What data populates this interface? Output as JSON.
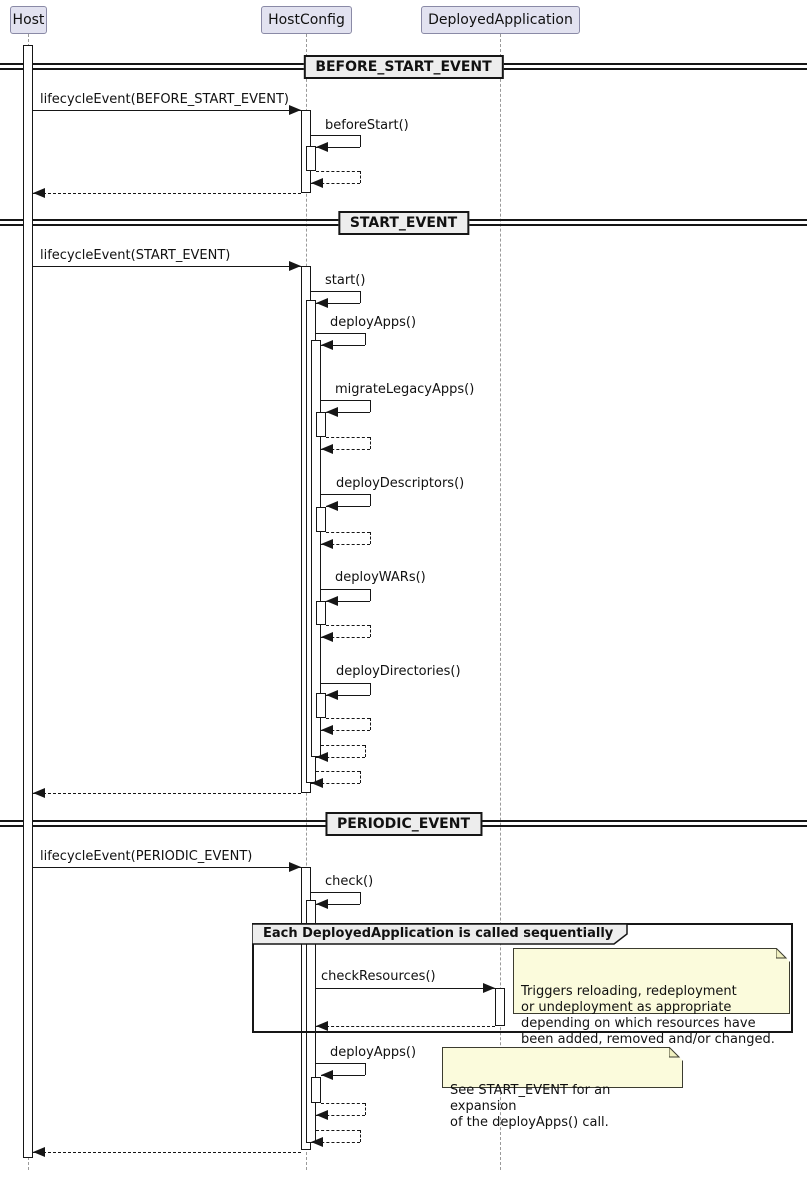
{
  "diagram": {
    "participants": [
      {
        "name": "Host"
      },
      {
        "name": "HostConfig"
      },
      {
        "name": "DeployedApplication"
      }
    ],
    "dividers": [
      {
        "label": "BEFORE_START_EVENT"
      },
      {
        "label": "START_EVENT"
      },
      {
        "label": "PERIODIC_EVENT"
      }
    ],
    "messages": {
      "lifecycle_before_start": "lifecycleEvent(BEFORE_START_EVENT)",
      "before_start": "beforeStart()",
      "lifecycle_start": "lifecycleEvent(START_EVENT)",
      "start": "start()",
      "deploy_apps": "deployApps()",
      "migrate_legacy_apps": "migrateLegacyApps()",
      "deploy_descriptors": "deployDescriptors()",
      "deploy_wars": "deployWARs()",
      "deploy_directories": "deployDirectories()",
      "lifecycle_periodic": "lifecycleEvent(PERIODIC_EVENT)",
      "check": "check()",
      "check_resources": "checkResources()",
      "deploy_apps_periodic": "deployApps()"
    },
    "group": {
      "label": "Each DeployedApplication is called sequentially"
    },
    "notes": {
      "check_resources_note": "Triggers reloading, redeployment\nor undeployment as appropriate\ndepending on which resources have\nbeen added, removed and/or changed.",
      "deploy_apps_note": "See START_EVENT for an expansion\nof the deployApps() call."
    },
    "colors": {
      "participant_fill": "#E2E2F0",
      "participant_border": "#8a8aa6",
      "divider_fill": "#EDEDED",
      "note_fill": "#FBFBDC",
      "line": "#161616",
      "lifeline": "#9a9a9a"
    }
  }
}
